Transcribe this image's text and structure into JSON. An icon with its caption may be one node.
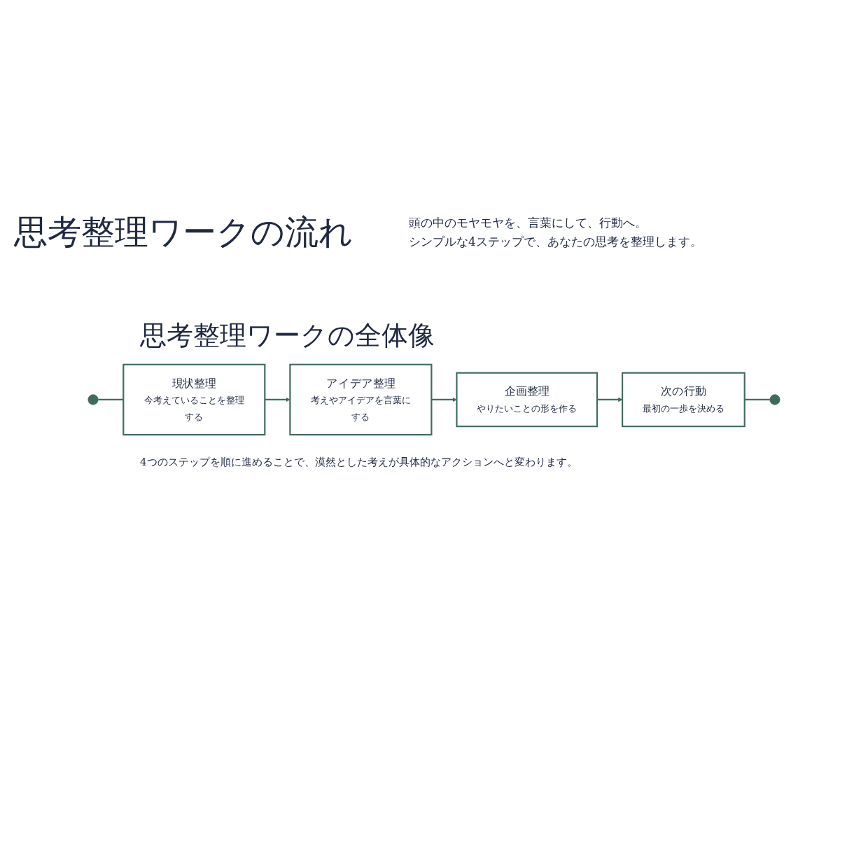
{
  "diagram": {
    "title": "思考整理ワークの流れ",
    "nodes": [
      {
        "text": [],
        "shape": "circle"
      },
      {
        "text": [
          "現状整理",
          "今考えていることを整理する"
        ]
      },
      {
        "text": [
          "アイデア整理",
          "考えやアイデアを言葉にする"
        ]
      },
      {
        "text": [
          "企画整理",
          "やりたいことの形を作る"
        ]
      },
      {
        "text": [
          "次の行動",
          "最初の一歩を決める"
        ]
      },
      {
        "text": [],
        "shape": "circle"
      }
    ],
    "edges": [
      {
        "from": 0,
        "to": 1,
        "arrow": "none"
      },
      {
        "from": 1,
        "to": 2,
        "arrow": "to"
      },
      {
        "from": 2,
        "to": 3,
        "arrow": "to"
      },
      {
        "from": 3,
        "to": 4,
        "arrow": "to"
      },
      {
        "from": 4,
        "to": 5,
        "arrow": "none"
      }
    ],
    "labels": [
      "頭の中のモヤモヤを、言葉にして、行動へ。",
      "シンプルな4ステップで、あなたの思考を整理します。",
      "思考整理ワークの全体像"
    ],
    "caption": "4つのステップを順に進めることで、漠然とした考えが具体的なアクションへと変わります。"
  }
}
